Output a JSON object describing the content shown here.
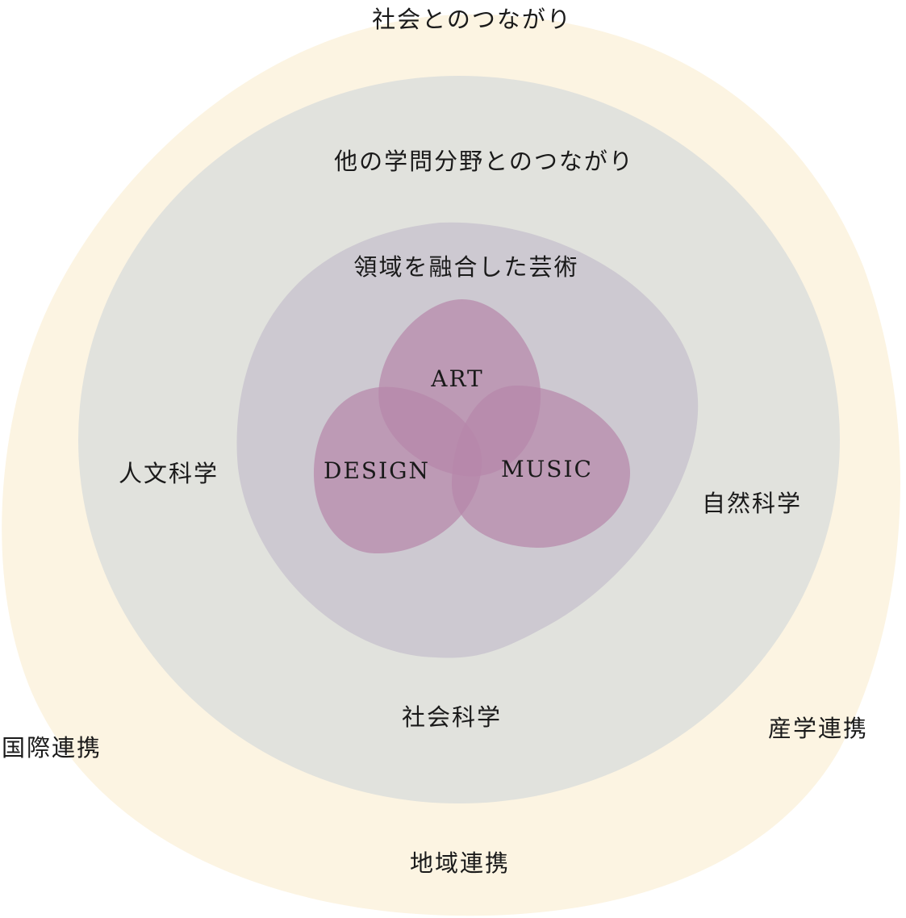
{
  "colors": {
    "outer_society": "#fcf4e2",
    "middle_disciplines": "#e1e2dd",
    "inner_fusion": "#cdc9d1",
    "core_blob": "#b786aa",
    "text": "#1a1a1a"
  },
  "layers": {
    "society": {
      "title": "社会とのつながり",
      "items": [
        "国際連携",
        "地域連携",
        "産学連携"
      ]
    },
    "disciplines": {
      "title": "他の学問分野とのつながり",
      "items": [
        "人文科学",
        "社会科学",
        "自然科学"
      ]
    },
    "fusion": {
      "title": "領域を融合した芸術"
    },
    "core": {
      "items": [
        "ART",
        "DESIGN",
        "MUSIC"
      ]
    }
  }
}
